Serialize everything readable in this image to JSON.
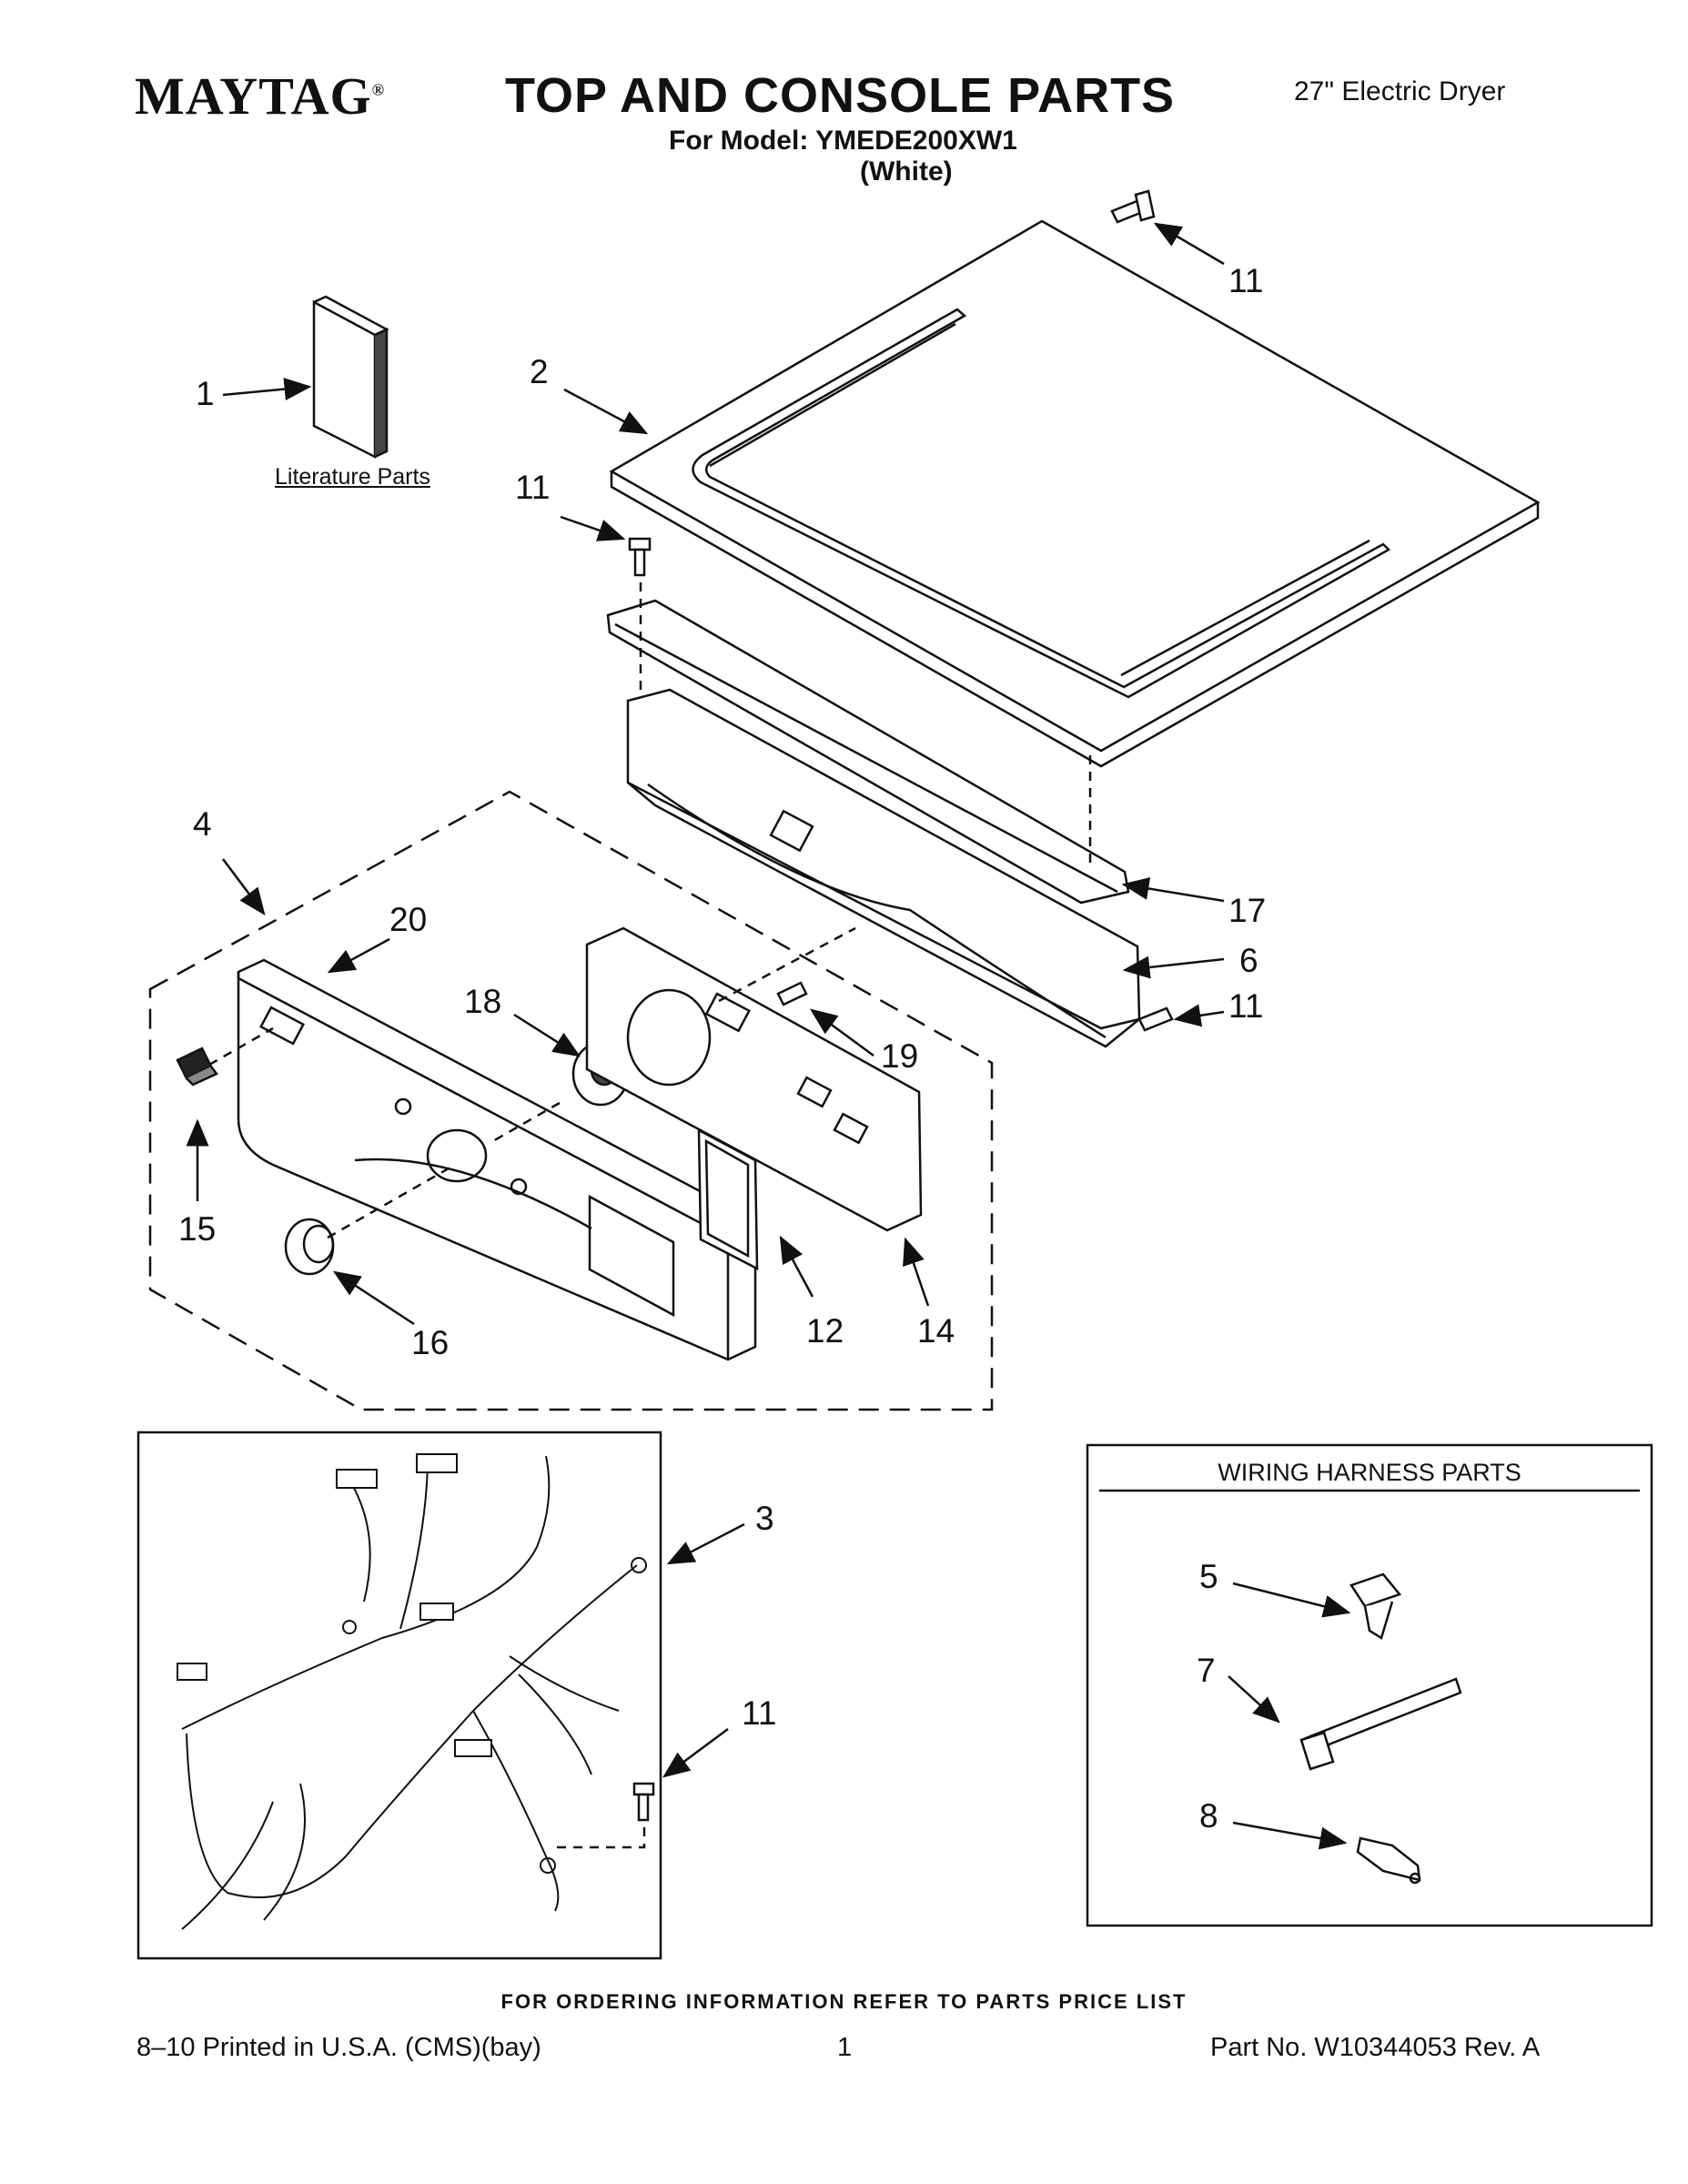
{
  "header": {
    "brand": "MAYTAG",
    "brand_mark": "®",
    "title": "TOP AND CONSOLE PARTS",
    "product": "27\" Electric Dryer",
    "model_line": "For Model: YMEDE200XW1",
    "color_line": "(White)"
  },
  "literature_label": "Literature Parts",
  "callouts": {
    "c1": "1",
    "c2": "2",
    "c3": "3",
    "c4": "4",
    "c5": "5",
    "c6": "6",
    "c7": "7",
    "c8": "8",
    "c11a": "11",
    "c11b": "11",
    "c11c": "11",
    "c11d": "11",
    "c12": "12",
    "c14": "14",
    "c15": "15",
    "c16": "16",
    "c17": "17",
    "c18": "18",
    "c19": "19",
    "c20": "20"
  },
  "wiring_box": {
    "title": "WIRING HARNESS PARTS"
  },
  "footer": {
    "ordering": "FOR ORDERING INFORMATION REFER TO PARTS PRICE LIST",
    "printed": "8–10 Printed in U.S.A. (CMS)(bay)",
    "page": "1",
    "part_no": "Part No. W10344053 Rev. A"
  }
}
